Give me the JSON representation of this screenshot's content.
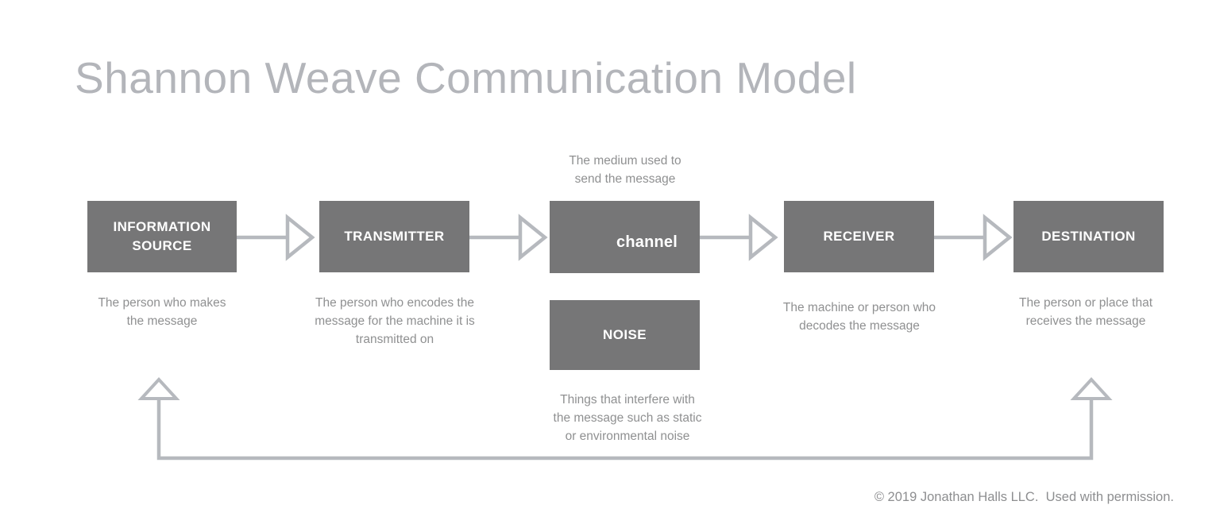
{
  "title": "Shannon Weave Communication Model",
  "colors": {
    "box": "#767677",
    "box_text": "#ffffff",
    "arrow": "#b6b9be",
    "annotation": "#8f9091",
    "title": "#b3b5ba",
    "footer": "#8d8e90"
  },
  "boxes": {
    "information_source": {
      "lines": [
        "INFORMATION",
        "SOURCE"
      ]
    },
    "transmitter": {
      "label": "TRANSMITTER"
    },
    "channel": {
      "label": "channel"
    },
    "receiver": {
      "label": "RECEIVER"
    },
    "destination": {
      "label": "DESTINATION"
    },
    "noise": {
      "label": "NOISE"
    }
  },
  "annotations": {
    "channel_medium": {
      "lines": [
        "The medium used to",
        "send the message"
      ]
    },
    "information_source": {
      "lines": [
        "The person who makes",
        "the message"
      ]
    },
    "transmitter": {
      "lines": [
        "The person who encodes the",
        "message for the machine it is",
        "transmitted on"
      ]
    },
    "receiver": {
      "lines": [
        "The machine or person who",
        "decodes the message"
      ]
    },
    "destination": {
      "lines": [
        "The person or place that",
        "receives the message"
      ]
    },
    "noise": {
      "lines": [
        "Things that interfere with",
        "the message such as static",
        "or environmental noise"
      ]
    }
  },
  "footer": {
    "copyright": "© 2019 Jonathan Halls LLC.  Used with permission."
  }
}
